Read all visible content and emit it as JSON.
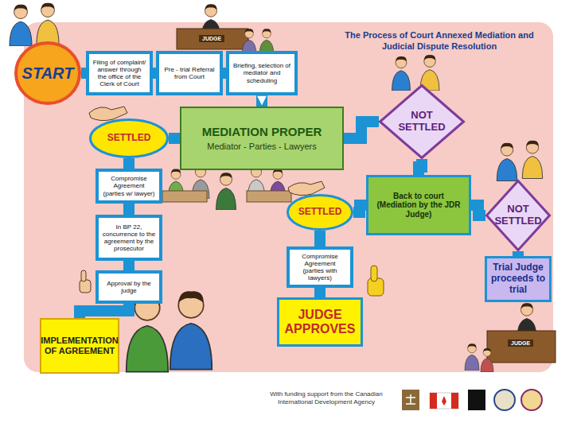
{
  "diagram": {
    "title": "The Process of Court Annexed Mediation and Judicial Dispute Resolution",
    "caption": "With funding support from the Canadian International Development Agency",
    "nodes": [
      {
        "text": [
          "START"
        ]
      },
      {
        "text": [
          "Filing of complaint/ answer through the office of the Clerk of Court"
        ]
      },
      {
        "text": [
          "Pre - trial Referral from Court"
        ]
      },
      {
        "text": [
          "Briefing, selection of mediator and scheduling"
        ]
      },
      {
        "text": [
          "MEDIATION PROPER",
          "Mediator - Parties - Lawyers"
        ]
      },
      {
        "text": [
          "SETTLED"
        ]
      },
      {
        "text": [
          "NOT SETTLED"
        ]
      },
      {
        "text": [
          "Compromise Agreement (parties w/ lawyer)"
        ]
      },
      {
        "text": [
          "In BP 22, concurrence to the agreement by the prosecutor"
        ]
      },
      {
        "text": [
          "Approval by the judge"
        ]
      },
      {
        "text": [
          "IMPLEMENTATION OF AGREEMENT"
        ]
      },
      {
        "text": [
          "Back to court (Mediation by the JDR Judge)"
        ]
      },
      {
        "text": [
          "SETTLED"
        ]
      },
      {
        "text": [
          "NOT SETTLED"
        ]
      },
      {
        "text": [
          "Compromise Agreement (parties with lawyers)"
        ]
      },
      {
        "text": [
          "JUDGE APPROVES"
        ]
      },
      {
        "text": [
          "Trial Judge proceeds to trial"
        ]
      }
    ],
    "edges": [
      {
        "from": 0,
        "to": 1,
        "arrow": "none"
      },
      {
        "from": 1,
        "to": 2,
        "arrow": "none"
      },
      {
        "from": 2,
        "to": 3,
        "arrow": "none"
      },
      {
        "from": 3,
        "to": 4,
        "arrow": "to"
      },
      {
        "from": 4,
        "to": 5,
        "arrow": "none"
      },
      {
        "from": 4,
        "to": 6,
        "arrow": "none"
      },
      {
        "from": 5,
        "to": 7,
        "arrow": "none"
      },
      {
        "from": 7,
        "to": 8,
        "arrow": "none"
      },
      {
        "from": 8,
        "to": 9,
        "arrow": "none"
      },
      {
        "from": 9,
        "to": 10,
        "arrow": "none"
      },
      {
        "from": 6,
        "to": 11,
        "arrow": "none"
      },
      {
        "from": 11,
        "to": 12,
        "arrow": "none"
      },
      {
        "from": 11,
        "to": 13,
        "arrow": "none"
      },
      {
        "from": 12,
        "to": 14,
        "arrow": "none"
      },
      {
        "from": 14,
        "to": 15,
        "arrow": "none"
      },
      {
        "from": 13,
        "to": 16,
        "arrow": "none"
      }
    ],
    "labels": [
      "JUDGE",
      "JUDGE"
    ]
  }
}
